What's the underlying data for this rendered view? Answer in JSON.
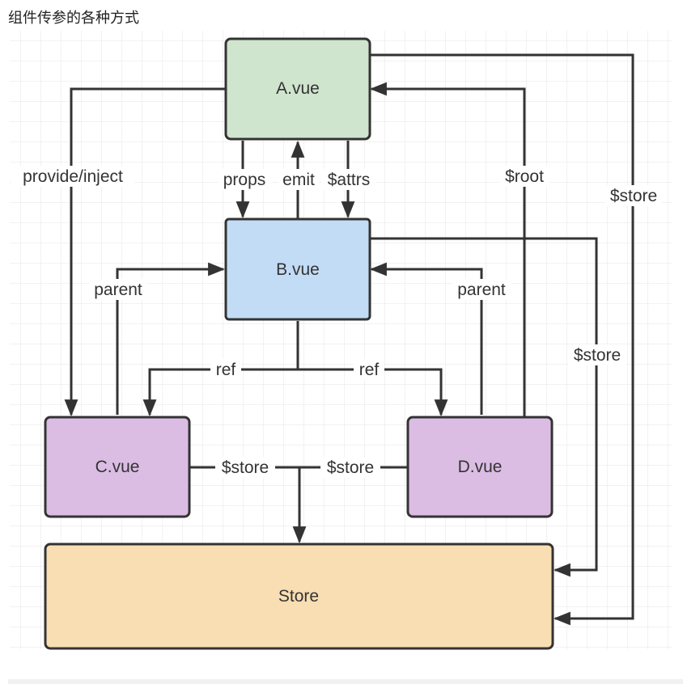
{
  "caption": "组件传参的各种方式",
  "colors": {
    "grid": "#e6e6e6",
    "line": "#333333",
    "a_fill": "#cfe5cd",
    "b_fill": "#c2dcf5",
    "cd_fill": "#dbbde4",
    "store_fill": "#f9deb3"
  },
  "nodes": {
    "a": "A.vue",
    "b": "B.vue",
    "c": "C.vue",
    "d": "D.vue",
    "store": "Store"
  },
  "edges": {
    "provide_inject": "provide/inject",
    "props": "props",
    "emit": "emit",
    "attrs": "$attrs",
    "root": "$root",
    "store_a": "$store",
    "store_b": "$store",
    "parent_c": "parent",
    "parent_d": "parent",
    "ref_c": "ref",
    "ref_d": "ref",
    "store_c": "$store",
    "store_d": "$store"
  }
}
